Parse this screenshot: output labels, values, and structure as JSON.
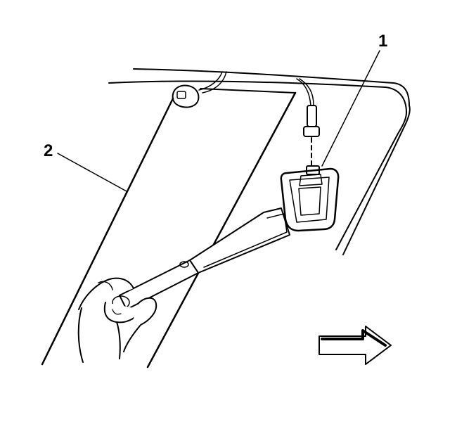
{
  "callouts": [
    {
      "id": "1",
      "label": "1"
    },
    {
      "id": "2",
      "label": "2"
    }
  ],
  "icons": {
    "direction_arrow": "right-arrow-icon"
  },
  "colors": {
    "line": "#000000",
    "background": "#ffffff"
  }
}
